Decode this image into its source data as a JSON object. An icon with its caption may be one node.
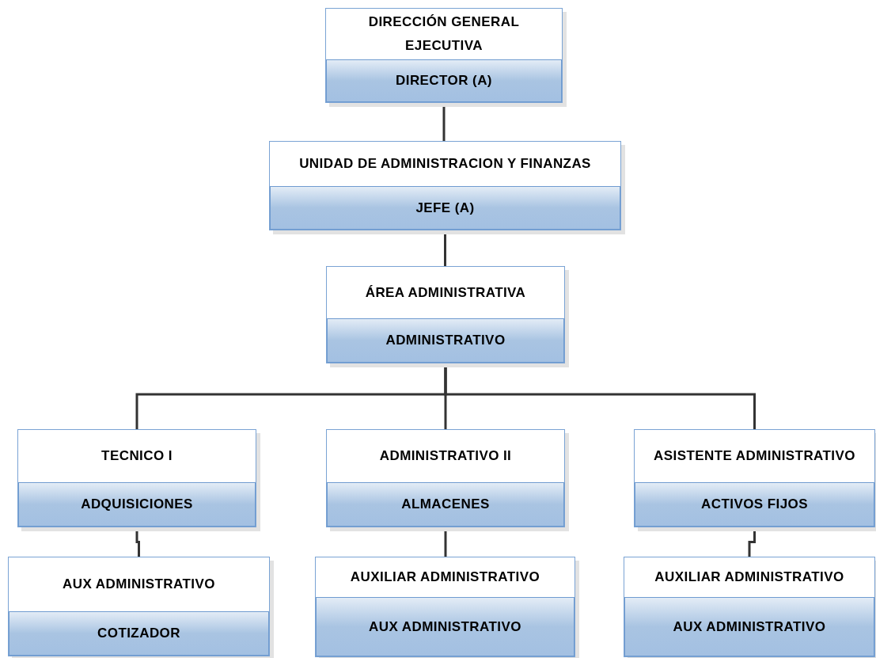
{
  "diagram": {
    "nodes": [
      {
        "text": [
          "DIRECCIÓN GENERAL EJECUTIVA",
          "DIRECTOR (A)"
        ]
      },
      {
        "text": [
          "UNIDAD DE ADMINISTRACION  Y  FINANZAS",
          "JEFE (A)"
        ]
      },
      {
        "text": [
          "ÁREA ADMINISTRATIVA",
          "ADMINISTRATIVO"
        ]
      },
      {
        "text": [
          "TECNICO I",
          "ADQUISICIONES"
        ]
      },
      {
        "text": [
          "ADMINISTRATIVO II",
          "ALMACENES"
        ]
      },
      {
        "text": [
          "ASISTENTE ADMINISTRATIVO",
          "ACTIVOS FIJOS"
        ]
      },
      {
        "text": [
          "AUX ADMINISTRATIVO",
          "COTIZADOR"
        ]
      },
      {
        "text": [
          "AUXILIAR ADMINISTRATIVO",
          "AUX ADMINISTRATIVO"
        ]
      },
      {
        "text": [
          "AUXILIAR ADMINISTRATIVO",
          "AUX ADMINISTRATIVO"
        ]
      }
    ],
    "edges": [
      {
        "from": 0,
        "to": 1,
        "arrow": "none"
      },
      {
        "from": 1,
        "to": 2,
        "arrow": "none"
      },
      {
        "from": 2,
        "to": 3,
        "arrow": "none"
      },
      {
        "from": 2,
        "to": 4,
        "arrow": "none"
      },
      {
        "from": 2,
        "to": 5,
        "arrow": "none"
      },
      {
        "from": 3,
        "to": 6,
        "arrow": "none"
      },
      {
        "from": 4,
        "to": 7,
        "arrow": "none"
      },
      {
        "from": 5,
        "to": 8,
        "arrow": "none"
      }
    ]
  }
}
